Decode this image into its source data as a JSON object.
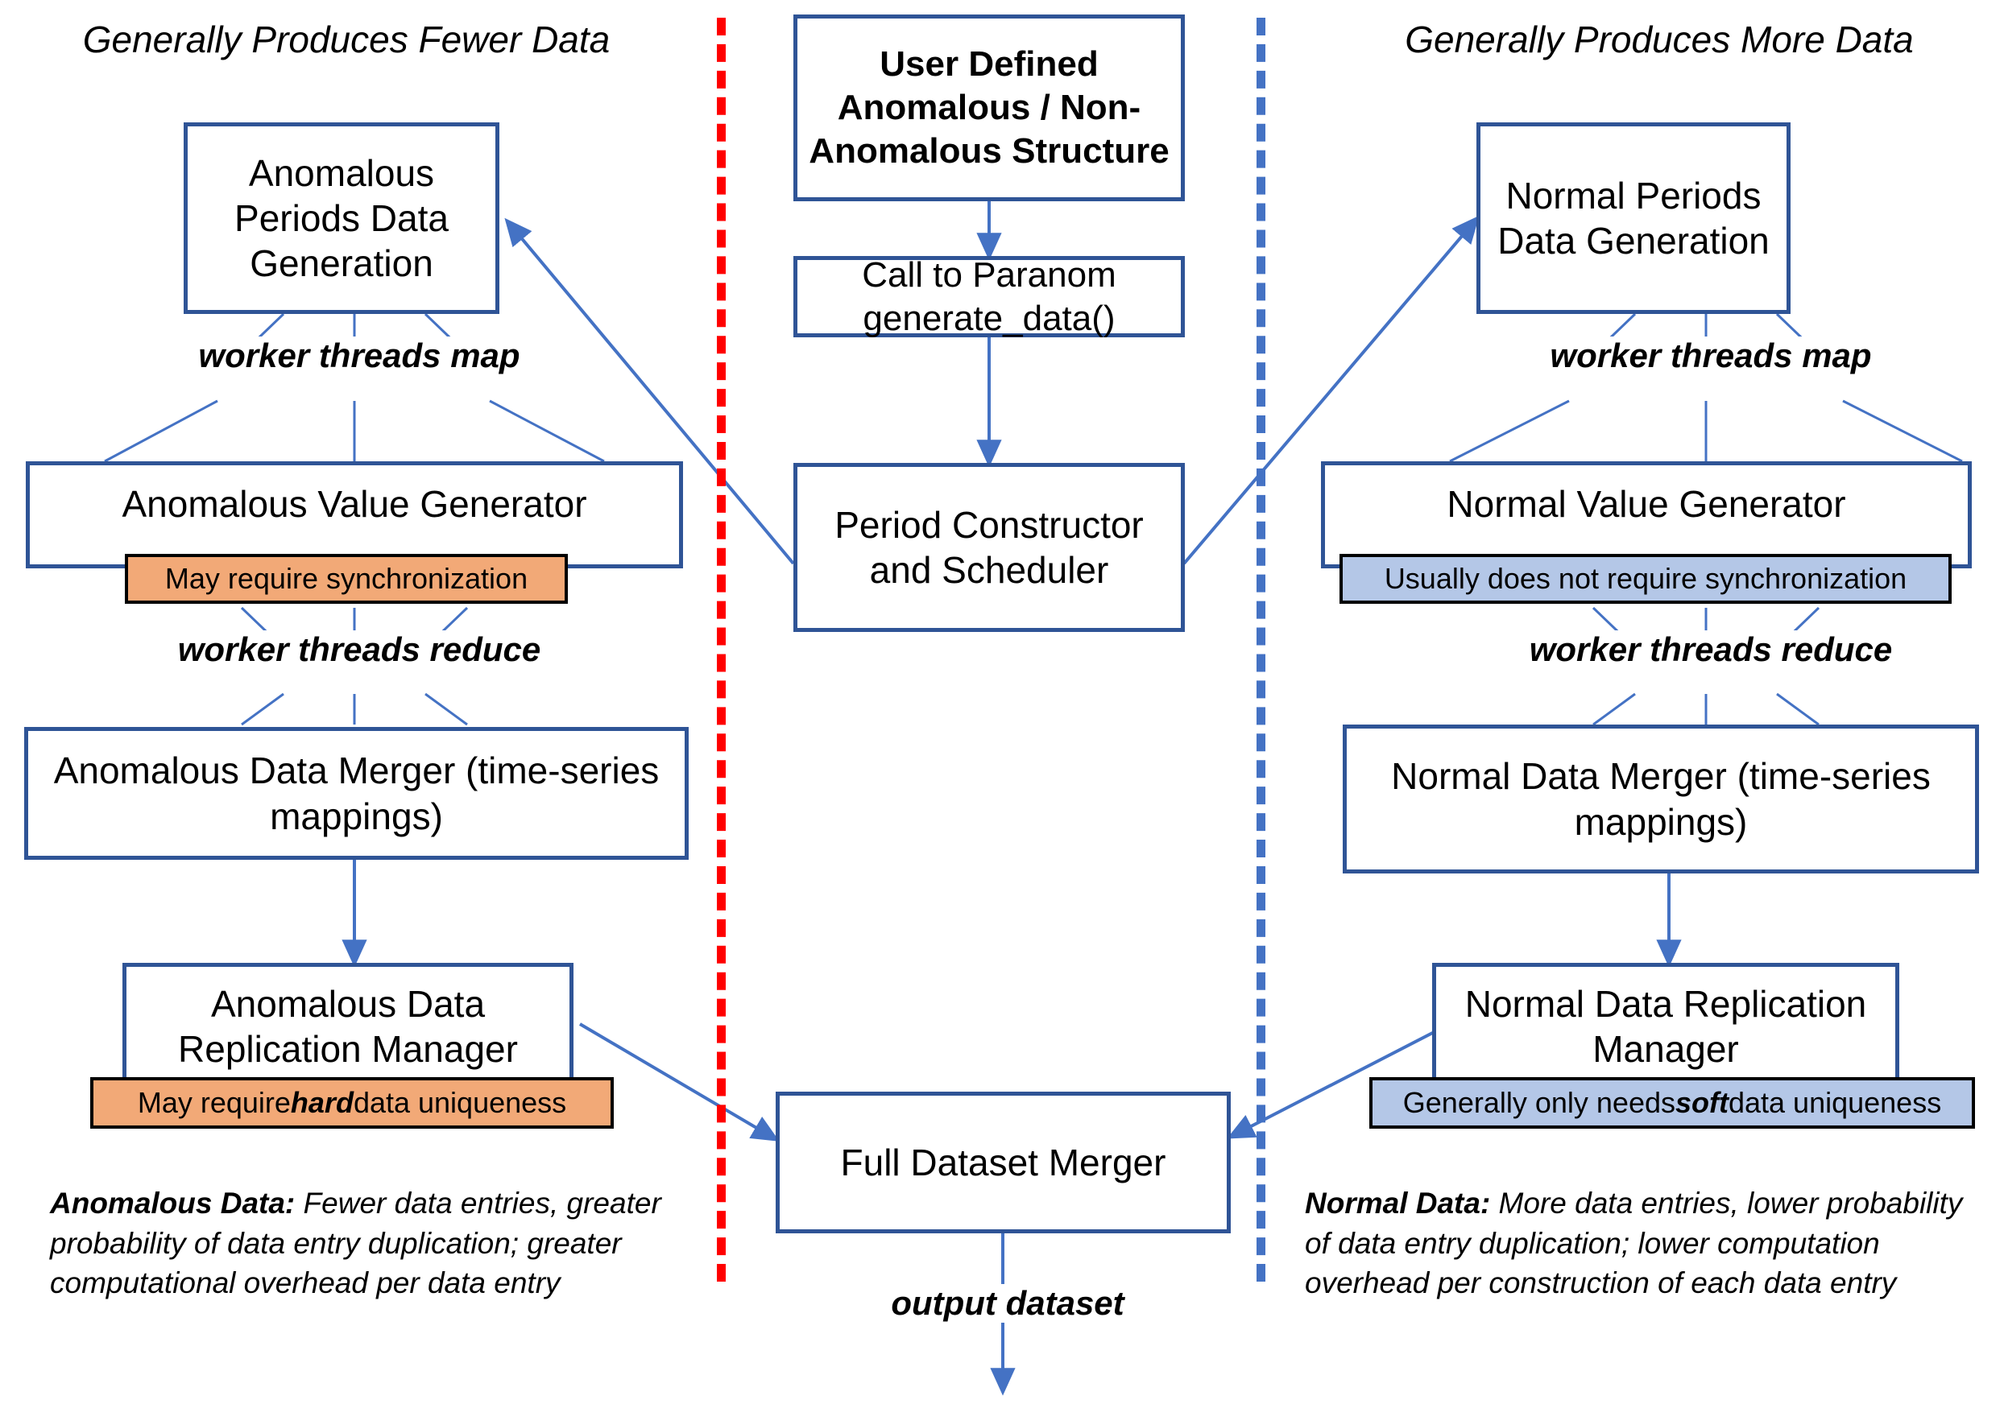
{
  "diagram": {
    "title": "Paranom parallel data generation architecture",
    "colors": {
      "node_border": "#2F5496",
      "wire": "#4472C4",
      "anomalous_highlight": "#F2A977",
      "normal_highlight": "#B4C7E7",
      "divider_left": "#FF0000",
      "divider_right": "#4472C4"
    }
  },
  "banners": {
    "left": "Generally Produces Fewer Data",
    "right": "Generally Produces More Data"
  },
  "center": {
    "user_structure": "User Defined\nAnomalous / Non-\nAnomalous Structure",
    "call_paranom": "Call to Paranom\ngenerate_data()",
    "period_constructor": "Period Constructor\nand Scheduler",
    "full_dataset_merger": "Full Dataset Merger",
    "output_label": "output dataset"
  },
  "left": {
    "periods_generation": "Anomalous\nPeriods Data\nGeneration",
    "map_label": "worker threads map",
    "value_generator": "Anomalous Value Generator",
    "sync_badge": "May require synchronization",
    "reduce_label": "worker threads reduce",
    "data_merger": "Anomalous Data Merger (time-series\nmappings)",
    "replication_manager": "Anomalous Data\nReplication Manager",
    "uniqueness_badge_pre": "May require ",
    "uniqueness_badge_strong": "hard",
    "uniqueness_badge_post": " data uniqueness",
    "caption_strong": "Anomalous Data:",
    "caption_rest": " Fewer data entries, greater probability of data entry duplication; greater computational overhead per data entry"
  },
  "right": {
    "periods_generation": "Normal Periods\nData Generation",
    "map_label": "worker threads map",
    "value_generator": "Normal Value Generator",
    "sync_badge": "Usually does not require synchronization",
    "reduce_label": "worker threads reduce",
    "data_merger": "Normal Data Merger (time-series\nmappings)",
    "replication_manager": "Normal Data Replication\nManager",
    "uniqueness_badge_pre": "Generally only needs ",
    "uniqueness_badge_strong": "soft",
    "uniqueness_badge_post": " data uniqueness",
    "caption_strong": "Normal Data:",
    "caption_rest": " More data entries, lower probability of data entry duplication; lower computation overhead per construction of each data entry"
  }
}
